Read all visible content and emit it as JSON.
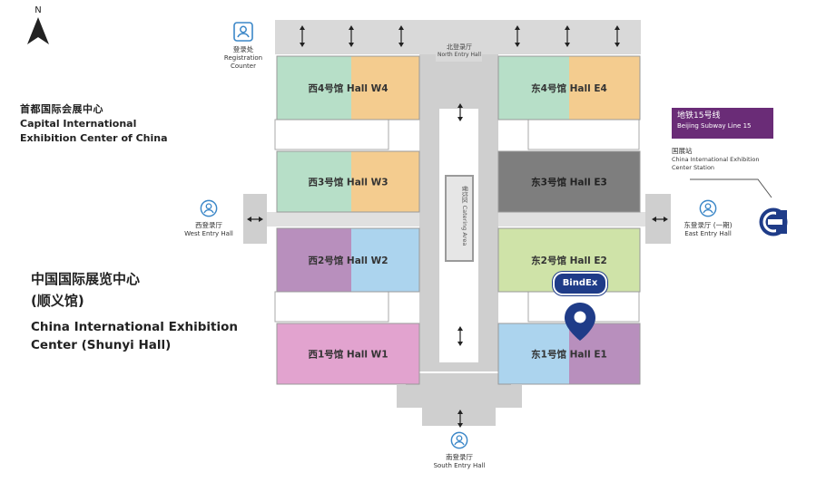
{
  "compass": {
    "label": "N"
  },
  "venues": {
    "capital_cn": "首都国际会展中心",
    "capital_en": "Capital International Exhibition Center of China",
    "ciec_cn_1": "中国国际展览中心",
    "ciec_cn_2": "(顺义馆)",
    "ciec_en": "China International Exhibition Center (Shunyi Hall)"
  },
  "halls": [
    {
      "id": "w4",
      "cn": "西4号馆",
      "en": "Hall W4",
      "colors": [
        "#b7dfc8",
        "#f4cc8f"
      ]
    },
    {
      "id": "w3",
      "cn": "西3号馆",
      "en": "Hall W3",
      "colors": [
        "#b7dfc8",
        "#f4cc8f"
      ]
    },
    {
      "id": "w2",
      "cn": "西2号馆",
      "en": "Hall W2",
      "colors": [
        "#b88fbd",
        "#acd4ee"
      ]
    },
    {
      "id": "w1",
      "cn": "西1号馆",
      "en": "Hall W1",
      "colors": [
        "#e2a3cf",
        "#e2a3cf"
      ]
    },
    {
      "id": "e4",
      "cn": "东4号馆",
      "en": "Hall E4",
      "colors": [
        "#b7dfc8",
        "#f4cc8f"
      ]
    },
    {
      "id": "e3",
      "cn": "东3号馆",
      "en": "Hall E3",
      "colors": [
        "#7e7e7e",
        "#7e7e7e"
      ]
    },
    {
      "id": "e2",
      "cn": "东2号馆",
      "en": "Hall E2",
      "colors": [
        "#cfe3a8",
        "#cfe3a8"
      ]
    },
    {
      "id": "e1",
      "cn": "东1号馆",
      "en": "Hall E1",
      "colors": [
        "#acd4ee",
        "#b88fbd"
      ]
    }
  ],
  "entries": {
    "registration": {
      "cn": "登录处",
      "en1": "Registration",
      "en2": "Counter"
    },
    "north": {
      "cn": "北登录厅",
      "en": "North Entry Hall"
    },
    "west": {
      "cn": "西登录厅",
      "en": "West Entry Hall"
    },
    "east": {
      "cn": "东登录厅 (一期)",
      "en": "East Entry Hall"
    },
    "south": {
      "cn": "南登录厅",
      "en": "South Entry Hall"
    }
  },
  "catering": {
    "label": "餐饮区 Catering Area"
  },
  "subway": {
    "line_cn": "地铁15号线",
    "line_en": "Beijing Subway Line 15",
    "station_cn": "国展站",
    "station_en1": "China International Exhibition",
    "station_en2": "Center Station"
  },
  "marker": {
    "label": "BindEx"
  },
  "colors": {
    "corridor": "#d9d9d9",
    "corridor_dark": "#c8c8c8",
    "subway_purple": "#6a2c77",
    "marker_navy": "#1f3c88",
    "icon_blue": "#3b87c8"
  }
}
